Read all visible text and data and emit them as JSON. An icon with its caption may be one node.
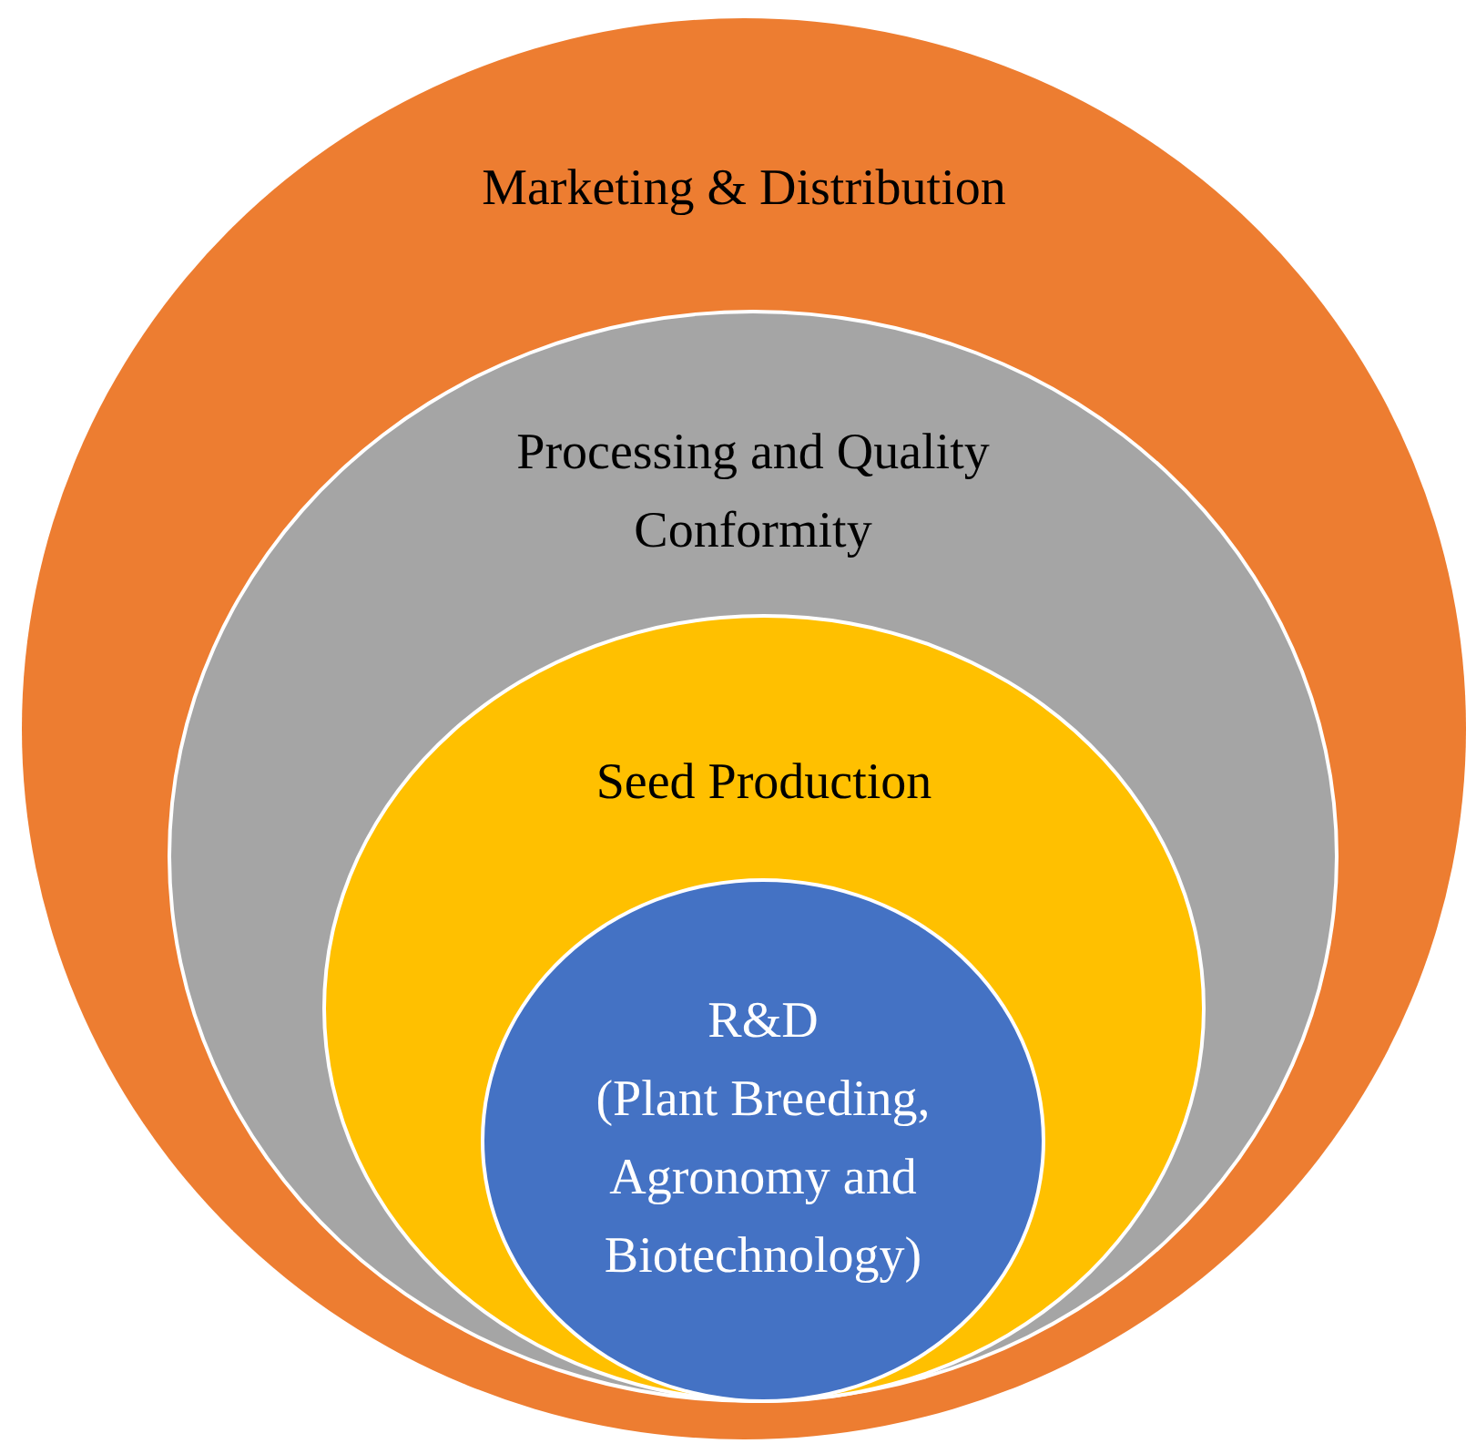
{
  "diagram": {
    "nodes": [
      {
        "text": [
          "Marketing & Distribution"
        ]
      },
      {
        "text": [
          "Processing and Quality Conformity"
        ],
        "in": 0
      },
      {
        "text": [
          "Seed Production"
        ],
        "in": 1
      },
      {
        "text": [
          "R&D",
          "(Plant Breeding, Agronomy and Biotechnology)"
        ],
        "in": 2
      }
    ]
  }
}
